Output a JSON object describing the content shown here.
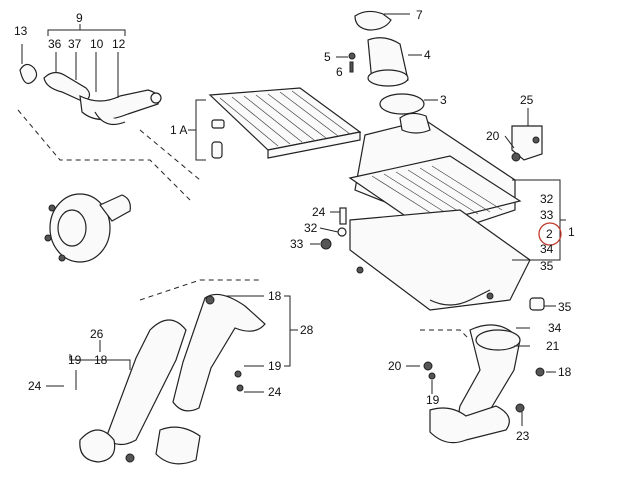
{
  "colors": {
    "ink": "#111111",
    "highlight": "#c0392b",
    "paper": "#ffffff"
  },
  "highlighted_label": "2",
  "callouts": [
    "13",
    "9",
    "36",
    "37",
    "10",
    "12",
    "7",
    "5",
    "6",
    "4",
    "3",
    "1 A",
    "25",
    "20",
    "32",
    "33",
    "1",
    "2",
    "34",
    "35",
    "24",
    "32",
    "33",
    "18",
    "28",
    "26",
    "19",
    "18",
    "19",
    "24",
    "20",
    "21",
    "18",
    "19",
    "23",
    "24",
    "35",
    "34"
  ]
}
